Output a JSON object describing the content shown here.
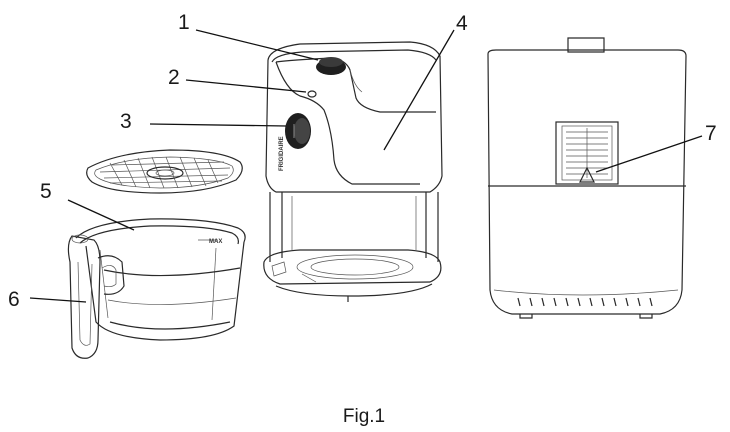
{
  "figure": {
    "caption": "Fig.1",
    "callouts": [
      {
        "id": "1",
        "label": "1"
      },
      {
        "id": "2",
        "label": "2"
      },
      {
        "id": "3",
        "label": "3"
      },
      {
        "id": "4",
        "label": "4"
      },
      {
        "id": "5",
        "label": "5"
      },
      {
        "id": "6",
        "label": "6"
      },
      {
        "id": "7",
        "label": "7"
      }
    ],
    "brand_text": "FRIGIDAIRE",
    "max_mark": "MAX"
  }
}
